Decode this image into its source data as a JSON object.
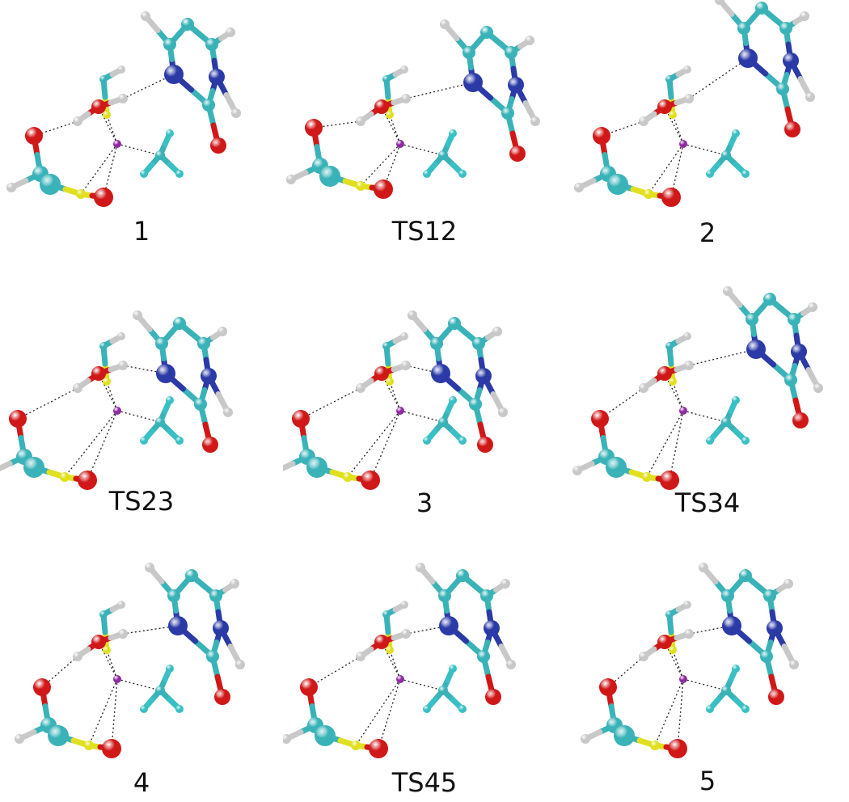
{
  "figure": {
    "panels": [
      {
        "label": "1"
      },
      {
        "label": "TS12"
      },
      {
        "label": "2"
      },
      {
        "label": "TS23"
      },
      {
        "label": "3"
      },
      {
        "label": "TS34"
      },
      {
        "label": "4"
      },
      {
        "label": "TS45"
      },
      {
        "label": "5"
      }
    ]
  },
  "atom_colors": {
    "C": "#39b3b8",
    "N": "#2b3aa6",
    "O": "#d01818",
    "S": "#e0e020",
    "H": "#c8c8c8",
    "P": "#8e2aa2",
    "NH3_H": "#39c0c4"
  }
}
